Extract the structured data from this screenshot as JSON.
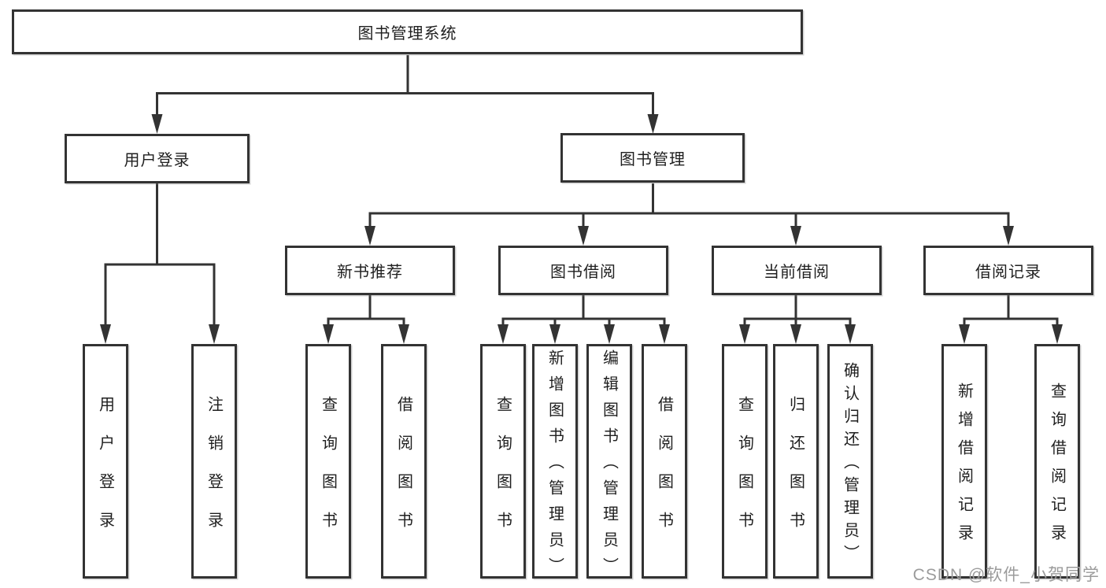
{
  "diagram": {
    "root": "图书管理系统",
    "branches": [
      {
        "label": "用户登录",
        "children": [
          "用户登录",
          "注销登录"
        ]
      },
      {
        "label": "图书管理",
        "sections": [
          {
            "label": "新书推荐",
            "children": [
              "查询图书",
              "借阅图书"
            ]
          },
          {
            "label": "图书借阅",
            "children": [
              "查询图书",
              "新增图书（管理员）",
              "编辑图书（管理员）",
              "借阅图书"
            ]
          },
          {
            "label": "当前借阅",
            "children": [
              "查询图书",
              "归还图书",
              "确认归还（管理员）"
            ]
          },
          {
            "label": "借阅记录",
            "children": [
              "新增借阅记录",
              "查询借阅记录"
            ]
          }
        ]
      }
    ]
  },
  "watermark": "CSDN @软件_小贺同学",
  "colors": {
    "line": "#333333",
    "box_border": "#333333",
    "box_fill": "#ffffff",
    "text": "#1f1f1f",
    "watermark": "#9b9b9b"
  }
}
